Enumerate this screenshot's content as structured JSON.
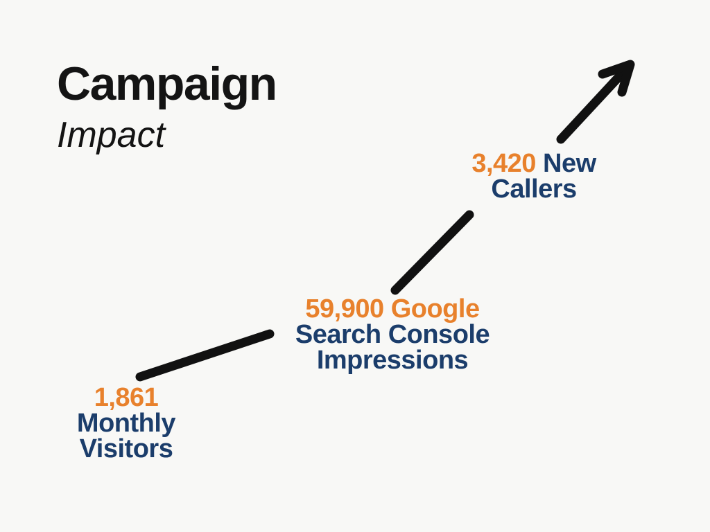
{
  "colors": {
    "accent_orange": "#e8812c",
    "navy": "#1b3d6b",
    "line_black": "#111111",
    "background": "#f8f8f6",
    "title_black": "#141414"
  },
  "title": {
    "line1": "Campaign",
    "line2": "Impact"
  },
  "stats": [
    {
      "value": "1,861",
      "line2": "Monthly",
      "line3": "Visitors"
    },
    {
      "value": "59,900 Google",
      "line2": "Search Console",
      "line3": "Impressions"
    },
    {
      "value": "3,420",
      "value_rest": " New",
      "line2": "Callers"
    }
  ]
}
